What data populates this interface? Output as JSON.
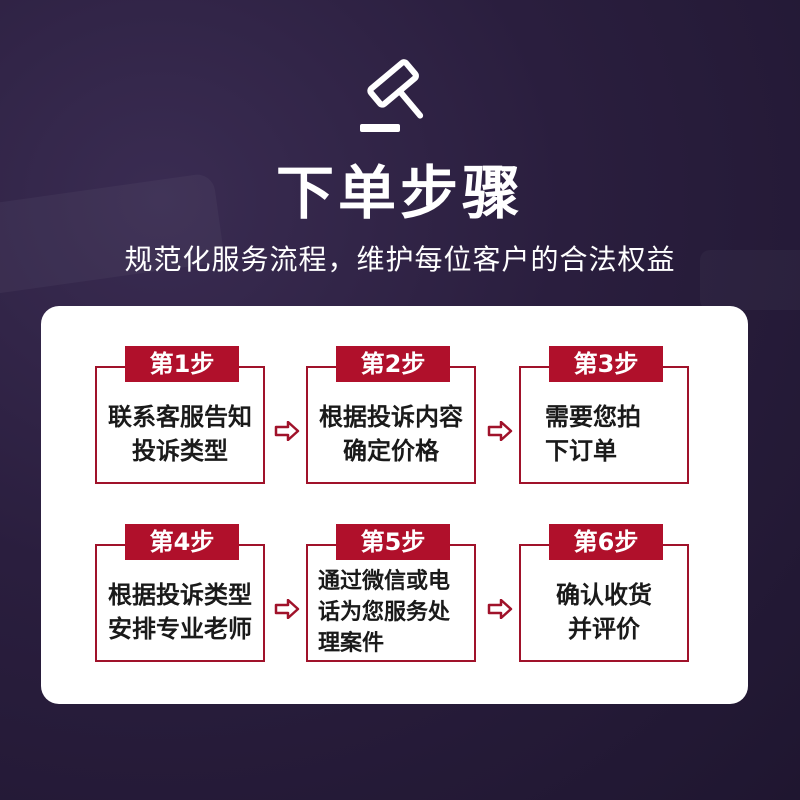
{
  "header": {
    "icon": "gavel-icon",
    "title": "下单步骤",
    "subtitle": "规范化服务流程，维护每位客户的合法权益"
  },
  "steps": [
    {
      "label": "第1步",
      "text": "联系客服告知投诉类型"
    },
    {
      "label": "第2步",
      "text": "根据投诉内容确定价格"
    },
    {
      "label": "第3步",
      "text": "需要您拍下订单"
    },
    {
      "label": "第4步",
      "text": "根据投诉类型安排专业老师"
    },
    {
      "label": "第5步",
      "text": "通过微信或电话为您服务处理案件"
    },
    {
      "label": "第6步",
      "text": "确认收货并评价"
    }
  ],
  "colors": {
    "accent": "#b0102b",
    "border": "#a0122a",
    "background": "#2a1e3e",
    "panel": "#ffffff"
  }
}
